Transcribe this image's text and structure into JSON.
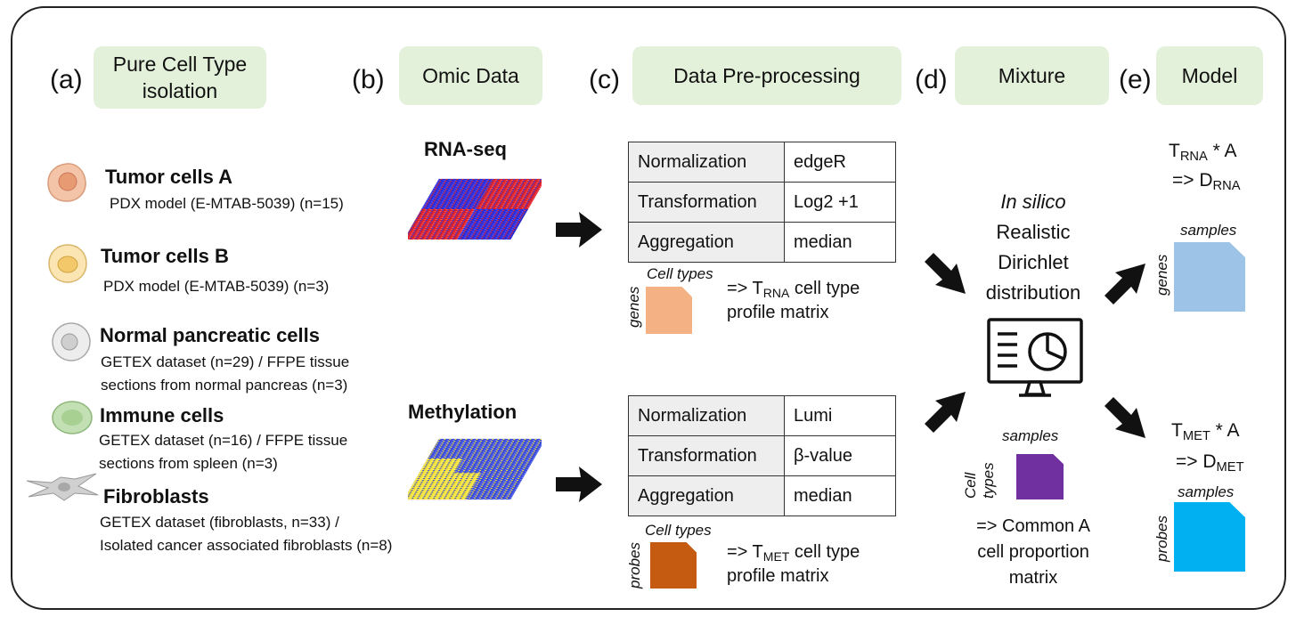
{
  "steps": [
    {
      "letter": "(a)",
      "label_line1": "Pure Cell Type",
      "label_line2": "isolation"
    },
    {
      "letter": "(b)",
      "label": "Omic Data"
    },
    {
      "letter": "(c)",
      "label": "Data Pre-processing"
    },
    {
      "letter": "(d)",
      "label": "Mixture"
    },
    {
      "letter": "(e)",
      "label": "Model"
    }
  ],
  "cell_types": [
    {
      "name": "Tumor cells A",
      "desc1": "PDX model (E-MTAB-5039) (n=15)",
      "color": "#f0b89a"
    },
    {
      "name": "Tumor cells B",
      "desc1": "PDX model (E-MTAB-5039) (n=3)",
      "color": "#f7dc9a"
    },
    {
      "name": "Normal pancreatic cells",
      "desc1": "GETEX dataset (n=29) / FFPE tissue",
      "desc2": "sections from normal pancreas (n=3)",
      "color": "#e6e6e6"
    },
    {
      "name": "Immune cells",
      "desc1": "GETEX dataset (n=16) / FFPE tissue",
      "desc2": "sections from spleen (n=3)",
      "color": "#b9dba8"
    },
    {
      "name": "Fibroblasts",
      "desc1": "GETEX dataset (fibroblasts, n=33) /",
      "desc2": "Isolated cancer associated fibroblasts (n=8)",
      "color": "#bbbbbb"
    }
  ],
  "omics": {
    "rna": "RNA-seq",
    "methylation": "Methylation"
  },
  "rna_table": [
    {
      "key": "Normalization",
      "value": "edgeR"
    },
    {
      "key": "Transformation",
      "value": "Log2 +1"
    },
    {
      "key": "Aggregation",
      "value": "median"
    }
  ],
  "met_table": [
    {
      "key": "Normalization",
      "value": "Lumi"
    },
    {
      "key": "Transformation",
      "value": "β-value"
    },
    {
      "key": "Aggregation",
      "value": "median"
    }
  ],
  "rna_matrix": {
    "top_label": "Cell types",
    "side_label": "genes",
    "prefix": "=> T",
    "sub": "RNA",
    "suffix": " cell type",
    "line2": "profile matrix",
    "color": "#f4b183"
  },
  "met_matrix": {
    "top_label": "Cell types",
    "side_label": "probes",
    "prefix": "=> T",
    "sub": "MET",
    "suffix": " cell type",
    "line2": "profile matrix",
    "color": "#c55a11"
  },
  "mixture": {
    "italic": "In silico",
    "line2": "Realistic",
    "line3": "Dirichlet",
    "line4": "distribution",
    "matrix_top": "samples",
    "matrix_side1": "Cell",
    "matrix_side2": "types",
    "matrix_color": "#7030a0",
    "out1": "=> Common A",
    "out2": "cell proportion",
    "out3": "matrix"
  },
  "model_rna": {
    "t": "T",
    "t_sub": "RNA",
    "t_suffix": " * A",
    "d": "=> D",
    "d_sub": "RNA",
    "top": "samples",
    "side": "genes",
    "color": "#9dc3e6"
  },
  "model_met": {
    "t": "T",
    "t_sub": "MET",
    "t_suffix": " * A",
    "d": "=> D",
    "d_sub": "MET",
    "top": "samples",
    "side": "probes",
    "color": "#00b0f0"
  }
}
